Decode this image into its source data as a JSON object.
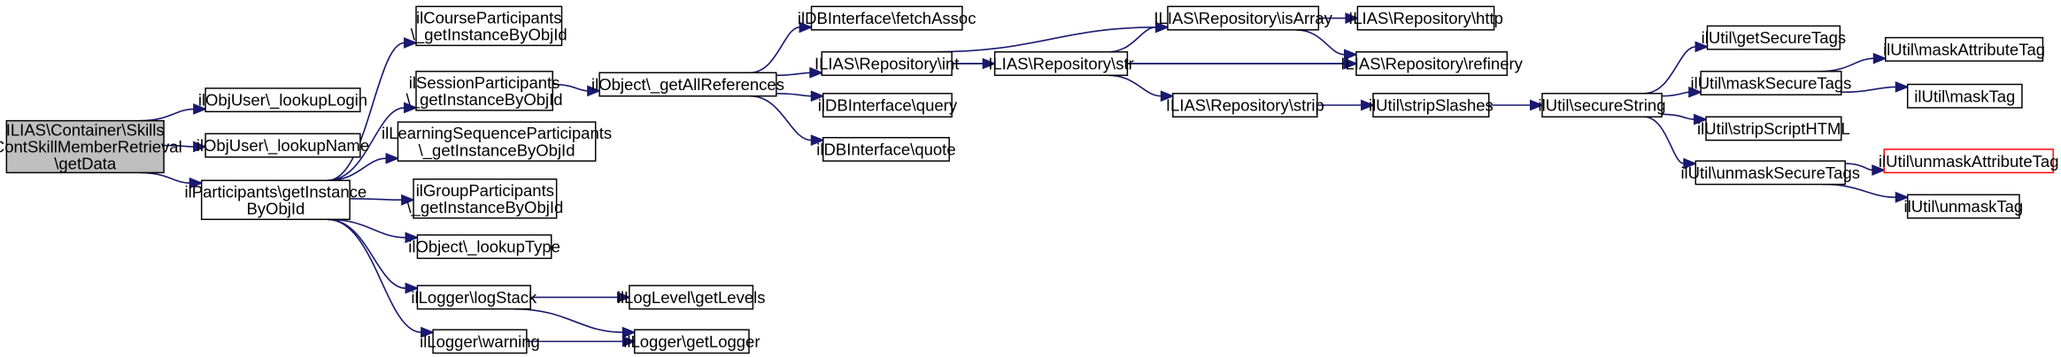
{
  "nodes": [
    {
      "id": "root",
      "lines": [
        "ILIAS\\Container\\Skills",
        "\\ContSkillMemberRetrieval",
        "\\getData"
      ],
      "style": "root"
    },
    {
      "id": "lookupLogin",
      "lines": [
        "ilObjUser\\_lookupLogin"
      ]
    },
    {
      "id": "lookupName",
      "lines": [
        "ilObjUser\\_lookupName"
      ]
    },
    {
      "id": "partGetInst",
      "lines": [
        "ilParticipants\\getInstance",
        "ByObjId"
      ]
    },
    {
      "id": "coursePart",
      "lines": [
        "ilCourseParticipants",
        "\\_getInstanceByObjId"
      ]
    },
    {
      "id": "sessionPart",
      "lines": [
        "ilSessionParticipants",
        "\\_getInstanceByObjId"
      ]
    },
    {
      "id": "lsPart",
      "lines": [
        "ilLearningSequenceParticipants",
        "\\_getInstanceByObjId"
      ]
    },
    {
      "id": "groupPart",
      "lines": [
        "ilGroupParticipants",
        "\\_getInstanceByObjId"
      ]
    },
    {
      "id": "lookupType",
      "lines": [
        "ilObject\\_lookupType"
      ]
    },
    {
      "id": "logStack",
      "lines": [
        "ilLogger\\logStack"
      ]
    },
    {
      "id": "warning",
      "lines": [
        "ilLogger\\warning"
      ]
    },
    {
      "id": "getLevels",
      "lines": [
        "ilLogLevel\\getLevels"
      ]
    },
    {
      "id": "getLogger",
      "lines": [
        "ilLogger\\getLogger"
      ]
    },
    {
      "id": "getAllRefs",
      "lines": [
        "ilObject\\_getAllReferences"
      ]
    },
    {
      "id": "fetchAssoc",
      "lines": [
        "ilDBInterface\\fetchAssoc"
      ]
    },
    {
      "id": "repoInt",
      "lines": [
        "ILIAS\\Repository\\int"
      ]
    },
    {
      "id": "query",
      "lines": [
        "ilDBInterface\\query"
      ]
    },
    {
      "id": "quote",
      "lines": [
        "ilDBInterface\\quote"
      ]
    },
    {
      "id": "repoStr",
      "lines": [
        "ILIAS\\Repository\\str"
      ]
    },
    {
      "id": "isArray",
      "lines": [
        "ILIAS\\Repository\\isArray"
      ]
    },
    {
      "id": "http",
      "lines": [
        "ILIAS\\Repository\\http"
      ]
    },
    {
      "id": "refinery",
      "lines": [
        "ILIAS\\Repository\\refinery"
      ]
    },
    {
      "id": "strip",
      "lines": [
        "ILIAS\\Repository\\strip"
      ]
    },
    {
      "id": "stripSlashes",
      "lines": [
        "ilUtil\\stripSlashes"
      ]
    },
    {
      "id": "secureString",
      "lines": [
        "ilUtil\\secureString"
      ]
    },
    {
      "id": "getSecureTags",
      "lines": [
        "ilUtil\\getSecureTags"
      ]
    },
    {
      "id": "maskSecureTags",
      "lines": [
        "ilUtil\\maskSecureTags"
      ]
    },
    {
      "id": "stripScriptHTML",
      "lines": [
        "ilUtil\\stripScriptHTML"
      ]
    },
    {
      "id": "unmaskSecureTags",
      "lines": [
        "ilUtil\\unmaskSecureTags"
      ]
    },
    {
      "id": "maskAttributeTag",
      "lines": [
        "ilUtil\\maskAttributeTag"
      ]
    },
    {
      "id": "maskTag",
      "lines": [
        "ilUtil\\maskTag"
      ]
    },
    {
      "id": "unmaskAttributeTag",
      "lines": [
        "ilUtil\\unmaskAttributeTag"
      ],
      "style": "red"
    },
    {
      "id": "unmaskTag",
      "lines": [
        "ilUtil\\unmaskTag"
      ]
    }
  ],
  "edges": [
    [
      "root",
      "lookupLogin"
    ],
    [
      "root",
      "lookupName"
    ],
    [
      "root",
      "partGetInst"
    ],
    [
      "partGetInst",
      "coursePart"
    ],
    [
      "partGetInst",
      "sessionPart"
    ],
    [
      "partGetInst",
      "lsPart"
    ],
    [
      "partGetInst",
      "groupPart"
    ],
    [
      "partGetInst",
      "lookupType"
    ],
    [
      "partGetInst",
      "logStack"
    ],
    [
      "partGetInst",
      "warning"
    ],
    [
      "sessionPart",
      "getAllRefs"
    ],
    [
      "logStack",
      "getLevels"
    ],
    [
      "logStack",
      "getLogger"
    ],
    [
      "warning",
      "getLogger"
    ],
    [
      "getAllRefs",
      "fetchAssoc"
    ],
    [
      "getAllRefs",
      "repoInt"
    ],
    [
      "getAllRefs",
      "query"
    ],
    [
      "getAllRefs",
      "quote"
    ],
    [
      "repoInt",
      "isArray"
    ],
    [
      "repoInt",
      "repoStr"
    ],
    [
      "repoInt",
      "refinery"
    ],
    [
      "repoStr",
      "isArray"
    ],
    [
      "repoStr",
      "refinery"
    ],
    [
      "repoStr",
      "strip"
    ],
    [
      "isArray",
      "http"
    ],
    [
      "isArray",
      "refinery"
    ],
    [
      "strip",
      "stripSlashes"
    ],
    [
      "stripSlashes",
      "secureString"
    ],
    [
      "secureString",
      "getSecureTags"
    ],
    [
      "secureString",
      "maskSecureTags"
    ],
    [
      "secureString",
      "stripScriptHTML"
    ],
    [
      "secureString",
      "unmaskSecureTags"
    ],
    [
      "maskSecureTags",
      "maskAttributeTag"
    ],
    [
      "maskSecureTags",
      "maskTag"
    ],
    [
      "unmaskSecureTags",
      "unmaskAttributeTag"
    ],
    [
      "unmaskSecureTags",
      "unmaskTag"
    ]
  ]
}
